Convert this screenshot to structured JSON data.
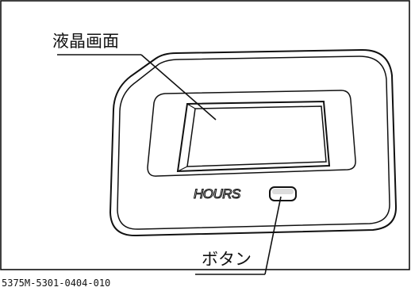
{
  "labels": {
    "lcd_screen": "液晶画面",
    "button": "ボタン",
    "hours": "HOURS",
    "figure_id": "5375M-5301-0404-010"
  }
}
